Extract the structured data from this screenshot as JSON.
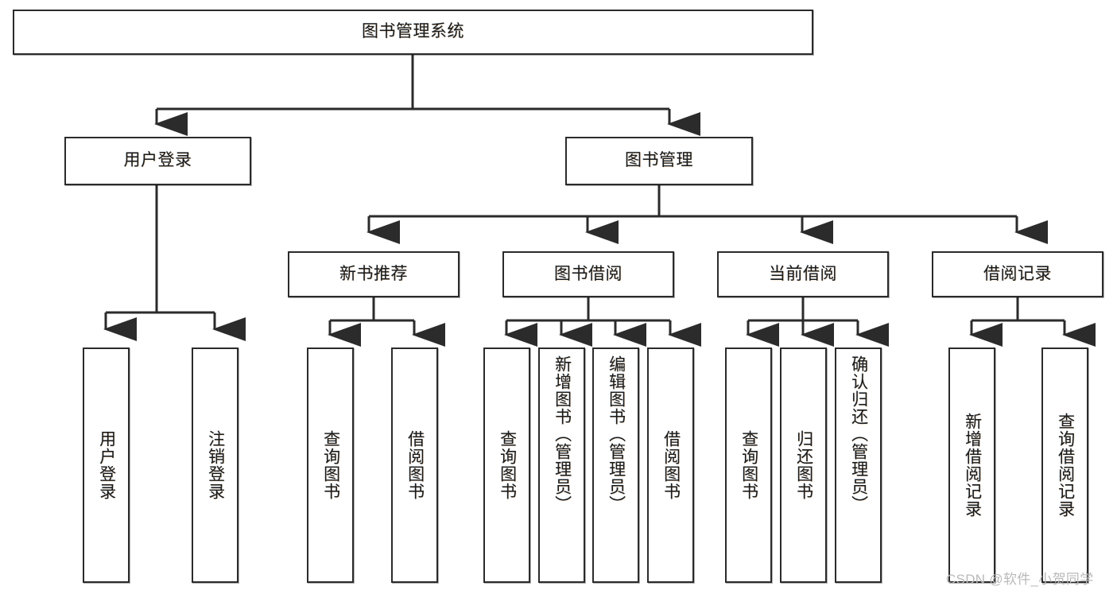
{
  "diagram": {
    "title_node": {
      "id": "root",
      "label": "图书管理系统"
    },
    "level2": [
      {
        "id": "user-login",
        "label": "用户登录"
      },
      {
        "id": "book-manage",
        "label": "图书管理"
      }
    ],
    "level3": [
      {
        "id": "new-book-recommend",
        "label": "新书推荐"
      },
      {
        "id": "book-borrow",
        "label": "图书借阅"
      },
      {
        "id": "current-borrow",
        "label": "当前借阅"
      },
      {
        "id": "borrow-record",
        "label": "借阅记录"
      }
    ],
    "leaves": {
      "user_login": [
        {
          "id": "leaf-user-login",
          "label": "用户登录"
        },
        {
          "id": "leaf-logout",
          "label": "注销登录"
        }
      ],
      "new_book_recommend": [
        {
          "id": "leaf-query-book-1",
          "label": "查询图书"
        },
        {
          "id": "leaf-borrow-book-1",
          "label": "借阅图书"
        }
      ],
      "book_borrow": [
        {
          "id": "leaf-query-book-2",
          "label": "查询图书"
        },
        {
          "id": "leaf-add-book",
          "label": "新增图书（管理员）"
        },
        {
          "id": "leaf-edit-book",
          "label": "编辑图书（管理员）"
        },
        {
          "id": "leaf-borrow-book-2",
          "label": "借阅图书"
        }
      ],
      "current_borrow": [
        {
          "id": "leaf-query-book-3",
          "label": "查询图书"
        },
        {
          "id": "leaf-return-book",
          "label": "归还图书"
        },
        {
          "id": "leaf-confirm-return",
          "label": "确认归还（管理员）"
        }
      ],
      "borrow_record": [
        {
          "id": "leaf-add-record",
          "label": "新增借阅记录"
        },
        {
          "id": "leaf-query-record",
          "label": "查询借阅记录"
        }
      ]
    },
    "colors": {
      "stroke": "#2b2b2b",
      "node_fill": "#ffffff",
      "text": "#1a1a1a",
      "watermark": "#b9b9b9",
      "background": "#ffffff"
    }
  },
  "watermark": {
    "text": "CSDN @软件_小贺同学"
  }
}
